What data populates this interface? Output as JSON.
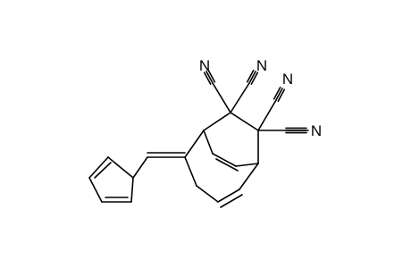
{
  "molecule": {
    "labels": [
      {
        "id": "n1",
        "symbol": "N"
      },
      {
        "id": "n2",
        "symbol": "N"
      },
      {
        "id": "n3",
        "symbol": "N"
      },
      {
        "id": "n4",
        "symbol": "N"
      }
    ]
  }
}
